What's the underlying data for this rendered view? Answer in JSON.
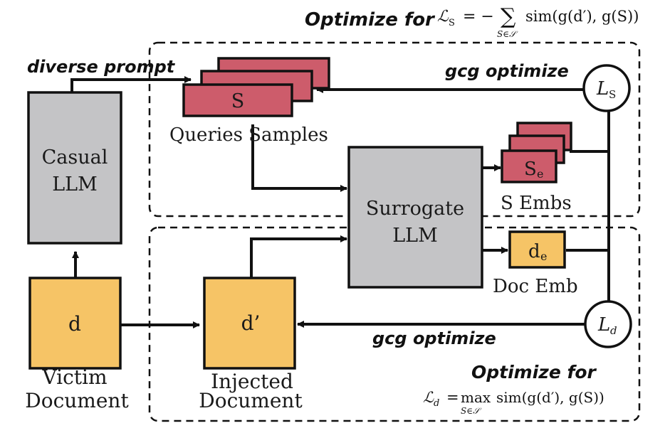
{
  "top_panel": {
    "heading": "Optimize for",
    "formula_lhs": "ℒ",
    "formula_lhs_sub": "S",
    "formula_mid": "= −",
    "formula_sum": "∑",
    "formula_sum_sub": "S∈𝒮",
    "formula_rhs": "sim(g(d′), g(S))"
  },
  "bottom_panel": {
    "heading": "Optimize for",
    "formula_lhs": "ℒ",
    "formula_lhs_sub": "d",
    "formula_mid": "=",
    "formula_max": "max",
    "formula_max_sub": "S∈𝒮",
    "formula_rhs": "sim(g(d′), g(S))"
  },
  "labels": {
    "diverse_prompt": "diverse prompt",
    "gcg_top": "gcg optimize",
    "gcg_bottom": "gcg optimize",
    "queries_samples": "Queries Samples",
    "s_embs": "S Embs",
    "doc_emb": "Doc Emb",
    "victim_line1": "Victim",
    "victim_line2": "Document",
    "injected_line1": "Injected",
    "injected_line2": "Document"
  },
  "boxes": {
    "casual_llm_line1": "Casual",
    "casual_llm_line2": "LLM",
    "surrogate_line1": "Surrogate",
    "surrogate_line2": "LLM",
    "s_box": "S",
    "se_main": "S",
    "se_sub": "e",
    "de_main": "d",
    "de_sub": "e",
    "d_box": "d",
    "d_prime_box": "d’"
  },
  "nodes": {
    "ls_main": "L",
    "ls_sub": "S",
    "ld_main": "L",
    "ld_sub": "d"
  },
  "colors": {
    "query_red": "#cd5c6b",
    "doc_orange": "#f6c466",
    "llm_gray": "#c4c4c6"
  }
}
